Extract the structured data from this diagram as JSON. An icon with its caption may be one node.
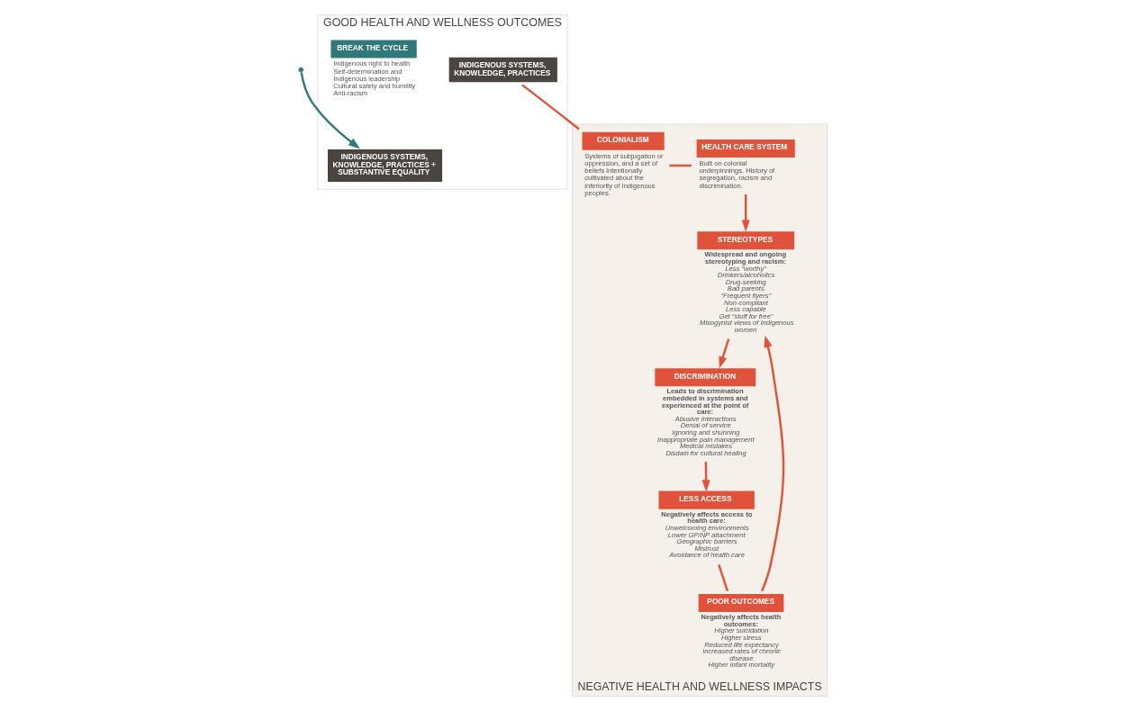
{
  "diagram": {
    "nodes": [
      {
        "text": [
          "GOOD HEALTH AND WELLNESS OUTCOMES"
        ]
      },
      {
        "text": [
          "INDIGENOUS SYSTEMS, KNOWLEDGE, PRACTICES"
        ],
        "in": 0
      },
      {
        "text": [
          "BREAK THE CYCLE"
        ],
        "in": 0,
        "beside": [
          "Indigenous right to health",
          "Self-determination and Indigenous leadership",
          "Cultural safety and humility",
          "Anti-racism"
        ]
      },
      {
        "text": [
          "INDIGENOUS SYSTEMS, KNOWLEDGE, PRACTICES + SUBSTANTIVE EQUALITY"
        ],
        "in": 0
      },
      {
        "text": [
          "NEGATIVE HEALTH AND WELLNESS IMPACTS"
        ]
      },
      {
        "text": [
          "COLONIALISM"
        ],
        "in": 4,
        "beside": [
          "Systems of subjugation or oppression, and a set of beliefs intentionally cultivated about the inferiority of Indigenous peoples."
        ]
      },
      {
        "text": [
          "HEALTH CARE SYSTEM"
        ],
        "in": 4,
        "beside": [
          "Built on colonial underpinnings. History of segregation, racism and discrimination."
        ]
      },
      {
        "text": [
          "STEREOTYPES"
        ],
        "in": 4,
        "beside": [
          "Widespread and ongoing stereotyping and racism:",
          "Less “worthy”",
          "Drinkers/alcoholics",
          "Drug-seeking",
          "Bad parents",
          "“Frequent flyers”",
          "Non-compliant",
          "Less capable",
          "Get “stuff for free”",
          "Misogynist views of Indigenous women"
        ]
      },
      {
        "text": [
          "DISCRIMINATION"
        ],
        "in": 4,
        "beside": [
          "Leads to discrimination embedded in systems and experienced at the point of care:",
          "Abusive interactions",
          "Denial of service",
          "Ignoring and shunning",
          "Inappropriate pain management",
          "Medical mistakes",
          "Disdain for cultural healing"
        ]
      },
      {
        "text": [
          "LESS ACCESS"
        ],
        "in": 4,
        "beside": [
          "Negatively affects access to health care:",
          "Unwelcoming environments",
          "Lower GP/NP attachment",
          "Geographic barriers",
          "Mistrust",
          "Avoidance of health care"
        ]
      },
      {
        "text": [
          "POOR OUTCOMES"
        ],
        "in": 4,
        "beside": [
          "Negatively affects health outcomes:",
          "Higher suicidation",
          "Higher stress",
          "Reduced life expectancy",
          "Increased rates of chronic disease",
          "Higher infant mortality"
        ]
      }
    ],
    "edges": [
      {
        "from": 1,
        "to": 5,
        "arrow": "none"
      },
      {
        "from": 5,
        "to": 6,
        "arrow": "none"
      },
      {
        "from": 6,
        "to": 7,
        "arrow": "to"
      },
      {
        "from": 7,
        "to": 8,
        "arrow": "to"
      },
      {
        "from": 8,
        "to": 9,
        "arrow": "to"
      },
      {
        "from": 9,
        "to": 10,
        "arrow": "none"
      },
      {
        "from": 10,
        "to": 7,
        "arrow": "to"
      },
      {
        "from": null,
        "to": 3,
        "arrow": "to",
        "color": "#2f7a78"
      }
    ]
  }
}
